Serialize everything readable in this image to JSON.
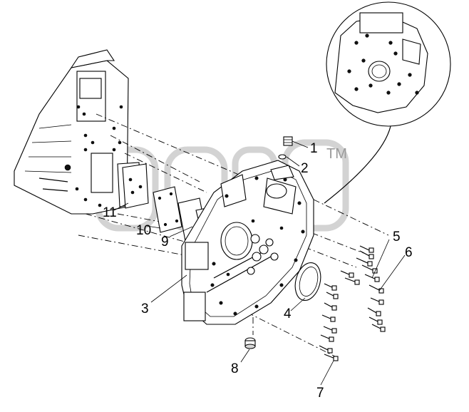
{
  "diagram": {
    "trademark": "TM",
    "callouts": [
      {
        "id": "1",
        "label": "1"
      },
      {
        "id": "2",
        "label": "2"
      },
      {
        "id": "3",
        "label": "3"
      },
      {
        "id": "4",
        "label": "4"
      },
      {
        "id": "5",
        "label": "5"
      },
      {
        "id": "6",
        "label": "6"
      },
      {
        "id": "7",
        "label": "7"
      },
      {
        "id": "8",
        "label": "8"
      },
      {
        "id": "9",
        "label": "9"
      },
      {
        "id": "10",
        "label": "10"
      },
      {
        "id": "11",
        "label": "11"
      }
    ]
  }
}
